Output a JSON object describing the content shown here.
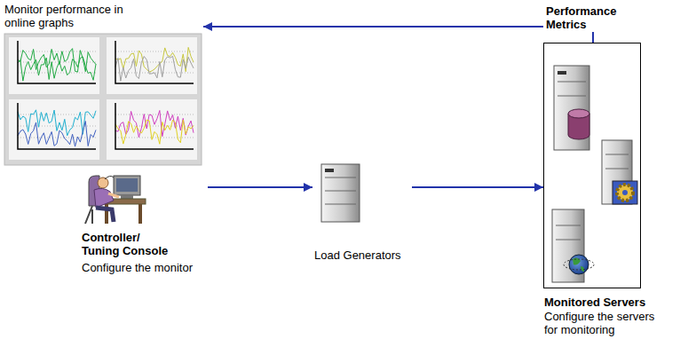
{
  "diagram": {
    "nodes": [
      {
        "text": [
          "Monitor performance in online graphs"
        ]
      },
      {
        "text": [
          "Controller/ Tuning Console",
          "Configure the monitor"
        ]
      },
      {
        "text": [
          "Load Generators"
        ]
      },
      {
        "text": [
          "Monitored Servers",
          "Configure the servers for monitoring"
        ]
      }
    ],
    "edges": [
      {
        "from": 1,
        "to": 2,
        "arrow": "to"
      },
      {
        "from": 2,
        "to": 3,
        "arrow": "to"
      },
      {
        "from": 3,
        "to": 0,
        "label": "Performance Metrics",
        "arrow": "to"
      }
    ]
  }
}
